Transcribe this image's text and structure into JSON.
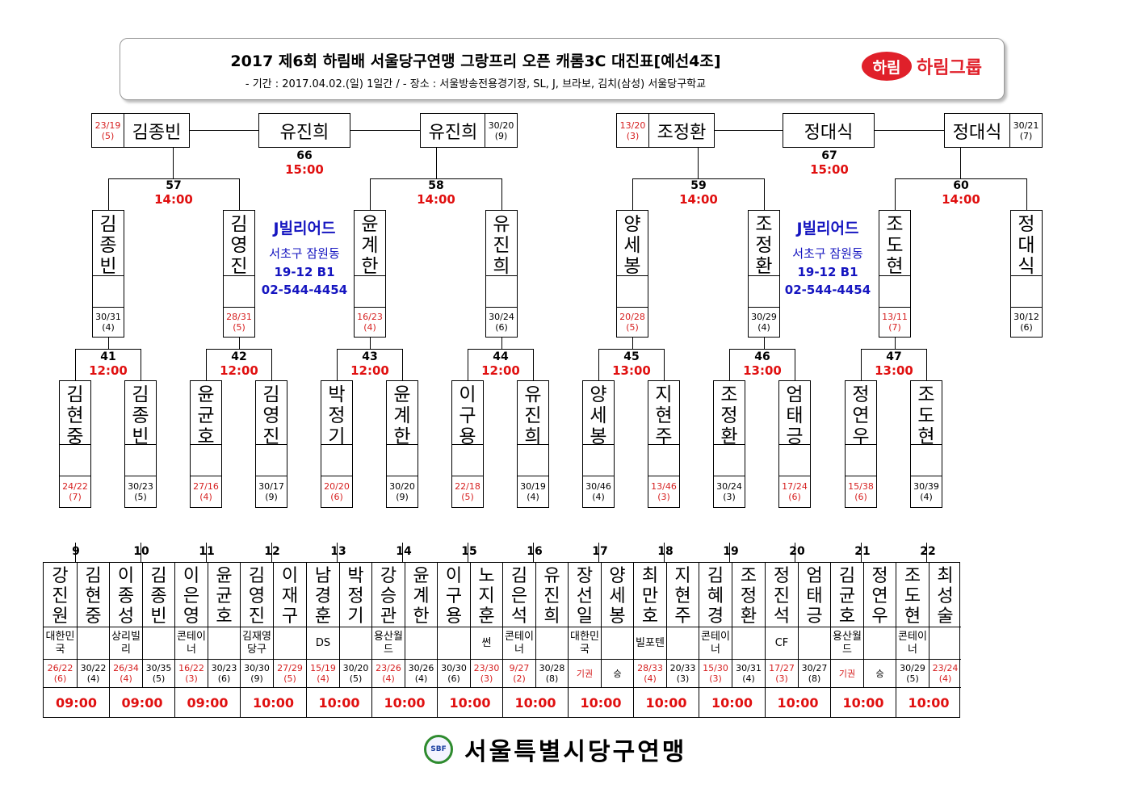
{
  "header": {
    "title": "2017 제6회 하림배 서울당구연맹 그랑프리 오픈 캐롬3C 대진표[예선4조]",
    "subtitle": "- 기간 : 2017.04.02.(일) 1일간 / - 장소 : 서울방송전용경기장, SL, J, 브라보, 김치(삼성) 서울당구학교",
    "logo_badge": "하림",
    "logo_text": "하림그룹",
    "brand_color": "#e0202a"
  },
  "final": [
    {
      "score": "23/19",
      "rank": "(5)",
      "name": "김종빈",
      "winner": "유진희",
      "number": "66",
      "time": "15:00",
      "right_name": "유진희",
      "right_score": "30/20",
      "right_rank": "(9)"
    },
    {
      "score": "13/20",
      "rank": "(3)",
      "name": "조정환",
      "winner": "정대식",
      "number": "67",
      "time": "15:00",
      "right_name": "정대식",
      "right_score": "30/21",
      "right_rank": "(7)"
    }
  ],
  "semis": [
    {
      "number": "57",
      "time": "14:00",
      "players": [
        {
          "name": "김종빈",
          "score": "30/31",
          "rank": "(4)"
        },
        {
          "name": "김영진",
          "score": "28/31",
          "rank": "(5)"
        }
      ]
    },
    {
      "number": "58",
      "time": "14:00",
      "players": [
        {
          "name": "윤계한",
          "score": "16/23",
          "rank": "(4)"
        },
        {
          "name": "유진희",
          "score": "30/24",
          "rank": "(6)"
        }
      ]
    },
    {
      "number": "59",
      "time": "14:00",
      "players": [
        {
          "name": "양세봉",
          "score": "20/28",
          "rank": "(5)"
        },
        {
          "name": "조정환",
          "score": "30/29",
          "rank": "(4)"
        }
      ]
    },
    {
      "number": "60",
      "time": "14:00",
      "players": [
        {
          "name": "조도현",
          "score": "13/11",
          "rank": "(7)"
        },
        {
          "name": "정대식",
          "score": "30/12",
          "rank": "(6)"
        }
      ]
    }
  ],
  "venue": {
    "name": "J빌리어드",
    "address1": "서초구 잠원동",
    "address2": "19-12 B1",
    "phone": "02-544-4454"
  },
  "quarters": [
    {
      "number": "41",
      "time": "12:00",
      "players": [
        {
          "name": "김현중",
          "score": "24/22",
          "rank": "(7)"
        },
        {
          "name": "김종빈",
          "score": "30/23",
          "rank": "(5)"
        }
      ]
    },
    {
      "number": "42",
      "time": "12:00",
      "players": [
        {
          "name": "윤균호",
          "score": "27/16",
          "rank": "(4)"
        },
        {
          "name": "김영진",
          "score": "30/17",
          "rank": "(9)"
        }
      ]
    },
    {
      "number": "43",
      "time": "12:00",
      "players": [
        {
          "name": "박정기",
          "score": "20/20",
          "rank": "(6)"
        },
        {
          "name": "윤계한",
          "score": "30/20",
          "rank": "(9)"
        }
      ]
    },
    {
      "number": "44",
      "time": "12:00",
      "players": [
        {
          "name": "이구용",
          "score": "22/18",
          "rank": "(5)"
        },
        {
          "name": "유진희",
          "score": "30/19",
          "rank": "(4)"
        }
      ]
    },
    {
      "number": "45",
      "time": "13:00",
      "players": [
        {
          "name": "양세봉",
          "score": "30/46",
          "rank": "(4)"
        },
        {
          "name": "지현주",
          "score": "13/46",
          "rank": "(3)"
        }
      ]
    },
    {
      "number": "46",
      "time": "13:00",
      "players": [
        {
          "name": "조정환",
          "score": "30/24",
          "rank": "(3)"
        },
        {
          "name": "엄태긍",
          "score": "17/24",
          "rank": "(6)"
        }
      ]
    },
    {
      "number": "47",
      "time": "13:00",
      "players": [
        {
          "name": "정연우",
          "score": "15/38",
          "rank": "(6)"
        },
        {
          "name": "조도현",
          "score": "30/39",
          "rank": "(4)"
        }
      ]
    }
  ],
  "first_round": [
    {
      "number": "9",
      "time": "09:00",
      "players": [
        {
          "name": "강진원",
          "club": "대한민국",
          "score": "26/22",
          "rank": "(6)"
        },
        {
          "name": "김현중",
          "club": "",
          "score": "30/22",
          "rank": "(4)"
        }
      ]
    },
    {
      "number": "10",
      "time": "09:00",
      "players": [
        {
          "name": "이종성",
          "club": "상리빌리",
          "score": "26/34",
          "rank": "(4)"
        },
        {
          "name": "김종빈",
          "club": "",
          "score": "30/35",
          "rank": "(5)"
        }
      ]
    },
    {
      "number": "11",
      "time": "09:00",
      "players": [
        {
          "name": "이은영",
          "club": "콘테이너",
          "score": "16/22",
          "rank": "(3)"
        },
        {
          "name": "윤균호",
          "club": "",
          "score": "30/23",
          "rank": "(6)"
        }
      ]
    },
    {
      "number": "12",
      "time": "10:00",
      "players": [
        {
          "name": "김영진",
          "club": "김재영당구",
          "score": "30/30",
          "rank": "(9)"
        },
        {
          "name": "이재구",
          "club": "",
          "score": "27/29",
          "rank": "(5)"
        }
      ]
    },
    {
      "number": "13",
      "time": "10:00",
      "players": [
        {
          "name": "남경훈",
          "club": "DS",
          "score": "15/19",
          "rank": "(4)"
        },
        {
          "name": "박정기",
          "club": "",
          "score": "30/20",
          "rank": "(5)"
        }
      ]
    },
    {
      "number": "14",
      "time": "10:00",
      "players": [
        {
          "name": "강승관",
          "club": "용산월드",
          "score": "23/26",
          "rank": "(4)"
        },
        {
          "name": "윤계한",
          "club": "",
          "score": "30/26",
          "rank": "(4)"
        }
      ]
    },
    {
      "number": "15",
      "time": "10:00",
      "players": [
        {
          "name": "이구용",
          "club": "",
          "score": "30/30",
          "rank": "(6)"
        },
        {
          "name": "노지훈",
          "club": "썬",
          "score": "23/30",
          "rank": "(3)"
        }
      ]
    },
    {
      "number": "16",
      "time": "10:00",
      "players": [
        {
          "name": "김은석",
          "club": "콘테이너",
          "score": "9/27",
          "rank": "(2)"
        },
        {
          "name": "유진희",
          "club": "",
          "score": "30/28",
          "rank": "(8)"
        }
      ]
    },
    {
      "number": "17",
      "time": "10:00",
      "players": [
        {
          "name": "장선일",
          "club": "대한민국",
          "score": "기권",
          "rank": ""
        },
        {
          "name": "양세봉",
          "club": "",
          "score": "승",
          "rank": ""
        }
      ]
    },
    {
      "number": "18",
      "time": "10:00",
      "players": [
        {
          "name": "최만호",
          "club": "빌포텐",
          "score": "28/33",
          "rank": "(4)"
        },
        {
          "name": "지현주",
          "club": "",
          "score": "20/33",
          "rank": "(3)"
        }
      ]
    },
    {
      "number": "19",
      "time": "10:00",
      "players": [
        {
          "name": "김혜경",
          "club": "콘테이너",
          "score": "15/30",
          "rank": "(3)"
        },
        {
          "name": "조정환",
          "club": "",
          "score": "30/31",
          "rank": "(4)"
        }
      ]
    },
    {
      "number": "20",
      "time": "10:00",
      "players": [
        {
          "name": "정진석",
          "club": "CF",
          "score": "17/27",
          "rank": "(3)"
        },
        {
          "name": "엄태긍",
          "club": "",
          "score": "30/27",
          "rank": "(8)"
        }
      ]
    },
    {
      "number": "21",
      "time": "10:00",
      "players": [
        {
          "name": "김균호",
          "club": "용산월드",
          "score": "기권",
          "rank": ""
        },
        {
          "name": "정연우",
          "club": "",
          "score": "승",
          "rank": ""
        }
      ]
    },
    {
      "number": "22",
      "time": "10:00",
      "players": [
        {
          "name": "조도현",
          "club": "콘테이너",
          "score": "30/29",
          "rank": "(5)"
        },
        {
          "name": "최성술",
          "club": "",
          "score": "23/24",
          "rank": "(4)"
        }
      ]
    }
  ],
  "footer": {
    "emblem": "SBF",
    "org": "서울특별시당구연맹"
  }
}
